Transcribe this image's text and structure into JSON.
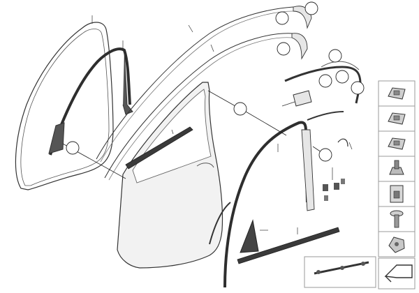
{
  "diagram": {
    "callouts": [
      {
        "id": "c1",
        "label": ""
      },
      {
        "id": "c2",
        "label": ""
      },
      {
        "id": "c3",
        "label": ""
      },
      {
        "id": "c4",
        "label": ""
      },
      {
        "id": "c5",
        "label": ""
      },
      {
        "id": "c6",
        "label": ""
      },
      {
        "id": "c7",
        "label": ""
      },
      {
        "id": "c8",
        "label": ""
      },
      {
        "id": "c9",
        "label": ""
      },
      {
        "id": "c10",
        "label": ""
      }
    ],
    "fastener_panel": {
      "items": [
        {
          "id": "f1",
          "icon": "clip-icon"
        },
        {
          "id": "f2",
          "icon": "clip-icon"
        },
        {
          "id": "f3",
          "icon": "clip-icon"
        },
        {
          "id": "f4",
          "icon": "expanding-clip-icon"
        },
        {
          "id": "f5",
          "icon": "spring-nut-icon"
        },
        {
          "id": "f6",
          "icon": "screw-icon"
        },
        {
          "id": "f7",
          "icon": "nut-icon"
        }
      ]
    },
    "colors": {
      "line": "#333333",
      "seal": "#3a3a3a",
      "door_fill": "#f2f2f2",
      "trim_fill": "#e6e6e6",
      "panel_border": "#9a9a9a",
      "panel_fill": "#ffffff"
    }
  }
}
